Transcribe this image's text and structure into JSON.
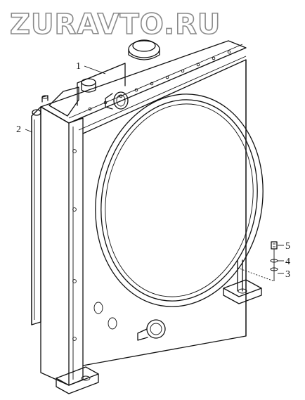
{
  "watermark": {
    "text": "ZURAVTO.RU"
  },
  "callouts": [
    {
      "id": "1",
      "label": "1"
    },
    {
      "id": "2",
      "label": "2"
    },
    {
      "id": "3",
      "label": "3"
    },
    {
      "id": "4",
      "label": "4"
    },
    {
      "id": "5",
      "label": "5"
    }
  ],
  "colors": {
    "line": "#111111",
    "watermark_stroke": "#8a8a8a",
    "background": "#ffffff"
  }
}
